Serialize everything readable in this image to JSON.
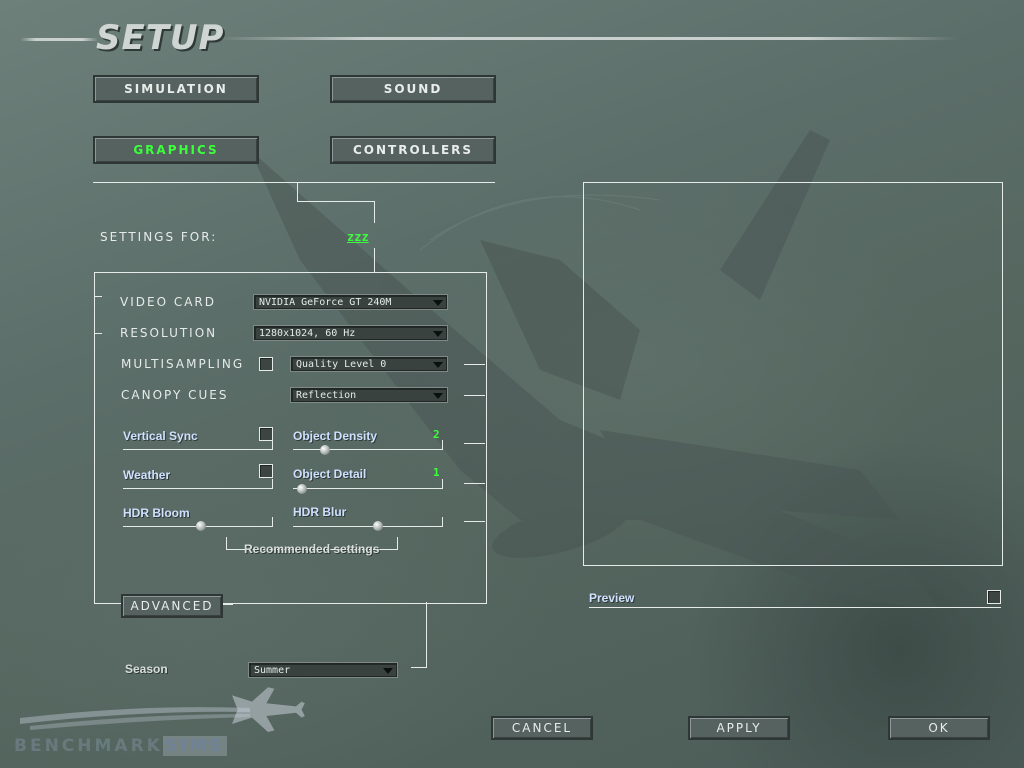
{
  "window": {
    "title": "SETUP"
  },
  "tabs": {
    "simulation": "Simulation",
    "sound": "Sound",
    "graphics": "Graphics",
    "controllers": "Controllers"
  },
  "settings_for": {
    "label": "Settings For:",
    "value": "zzz"
  },
  "graphics": {
    "video_card": {
      "label": "Video Card",
      "value": "NVIDIA GeForce GT 240M"
    },
    "resolution": {
      "label": "Resolution",
      "value": "1280x1024, 60 Hz"
    },
    "multisampling": {
      "label": "Multisampling",
      "checked": false,
      "value": "Quality Level 0"
    },
    "canopy_cues": {
      "label": "Canopy Cues",
      "value": "Reflection"
    },
    "vertical_sync": {
      "label": "Vertical Sync",
      "checked": false
    },
    "weather": {
      "label": "Weather",
      "checked": false
    },
    "object_density": {
      "label": "Object Density",
      "value": "2"
    },
    "object_detail": {
      "label": "Object Detail",
      "value": "1"
    },
    "hdr_bloom": {
      "label": "HDR Bloom"
    },
    "hdr_blur": {
      "label": "HDR Blur"
    },
    "recommended": "Recommended settings"
  },
  "advanced_button": "Advanced",
  "season": {
    "label": "Season",
    "value": "Summer"
  },
  "preview": {
    "label": "Preview",
    "checked": false
  },
  "footer": {
    "cancel": "Cancel",
    "apply": "Apply",
    "ok": "Ok"
  },
  "logo": {
    "part1": "BENCHMARK",
    "part2": "SIMS"
  },
  "colors": {
    "active_text": "#3cff3c",
    "value_text": "#3cff3c",
    "label_text": "#e6ebe9"
  },
  "icons": [
    "dropdown-arrow-icon",
    "checkbox-icon",
    "slider-knob-icon",
    "jet-logo-icon"
  ]
}
